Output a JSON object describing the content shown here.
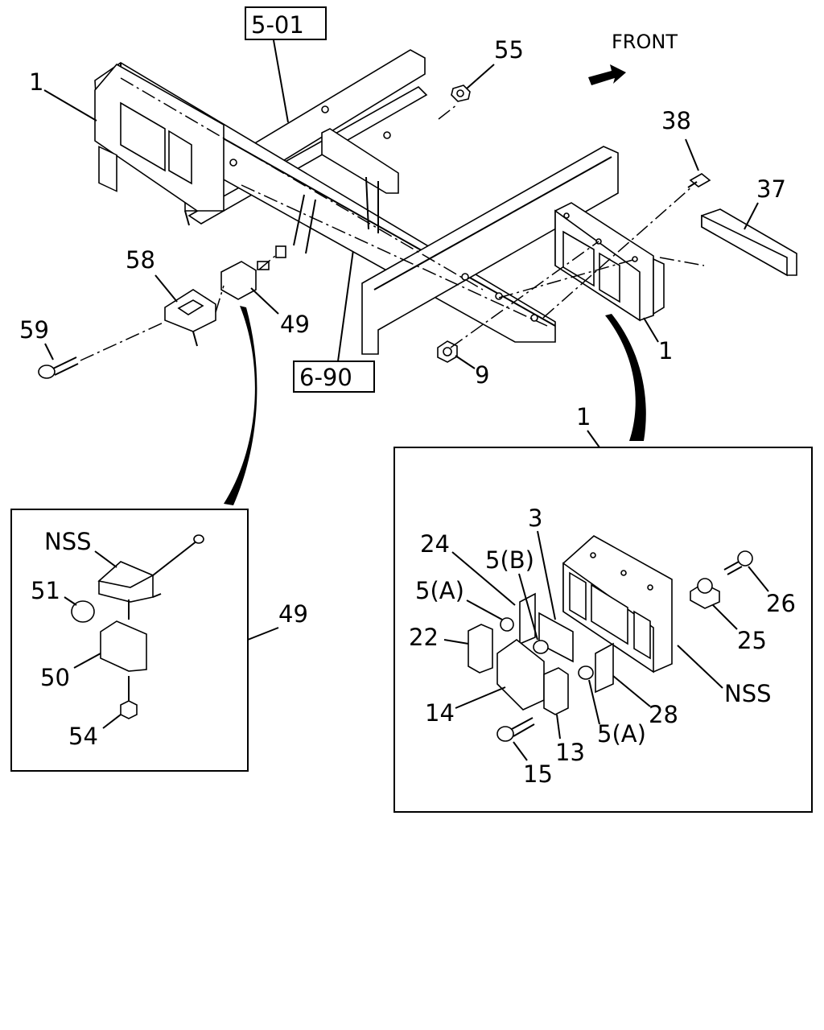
{
  "direction_label": "FRONT",
  "reference_boxes": {
    "top": "5-01",
    "bottom": "6-90"
  },
  "main_callouts": {
    "frame_left": "1",
    "nut_top": "55",
    "bolt_38": "38",
    "cover_37": "37",
    "bracket_58": "58",
    "screw_59": "59",
    "sensor_49": "49",
    "nut_9": "9",
    "frame_right": "1"
  },
  "detail_49": {
    "title": "49",
    "nss": "NSS",
    "cap": "51",
    "bracket": "50",
    "bolt": "54"
  },
  "detail_1": {
    "title": "1",
    "part_3": "3",
    "part_24": "24",
    "part_5b": "5(B)",
    "part_5a_left": "5(A)",
    "part_22": "22",
    "part_14": "14",
    "part_15": "15",
    "part_13": "13",
    "part_5a_bottom": "5(A)",
    "part_28": "28",
    "part_nss": "NSS",
    "part_25": "25",
    "part_26": "26"
  }
}
